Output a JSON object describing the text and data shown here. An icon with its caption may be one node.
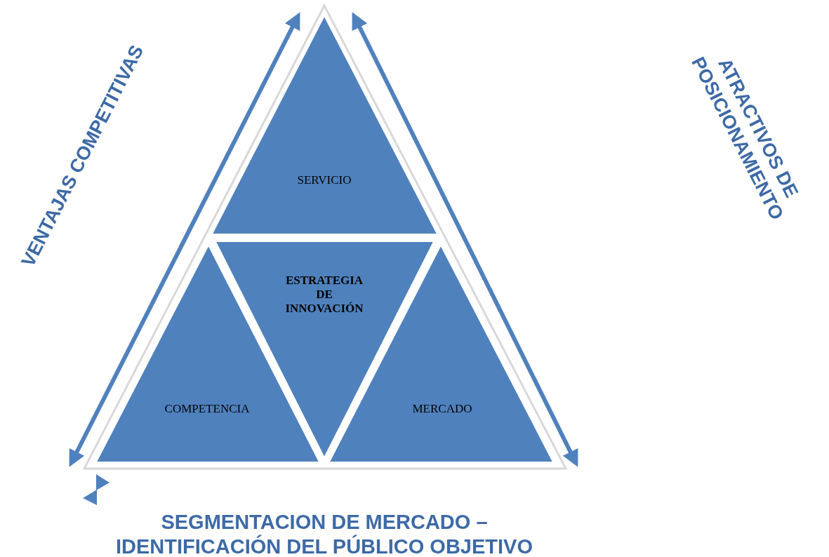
{
  "diagram": {
    "nodes": [
      {
        "text": [
          "SERVICIO"
        ]
      },
      {
        "text": [
          "ESTRATEGIA DE INNOVACIÓN"
        ]
      },
      {
        "text": [
          "COMPETENCIA"
        ]
      },
      {
        "text": [
          "MERCADO"
        ]
      }
    ],
    "edges": [
      {
        "from": 2,
        "to": 0,
        "arrow": "both"
      },
      {
        "from": 0,
        "to": 3,
        "arrow": "both"
      }
    ],
    "labels": [
      "VENTAJAS COMPETITIVAS",
      "ATRACTIVOS DE POSICIONAMIENTO",
      "SEGMENTACION DE MERCADO – IDENTIFICACIÓN DEL PÚBLICO OBJETIVO"
    ]
  }
}
